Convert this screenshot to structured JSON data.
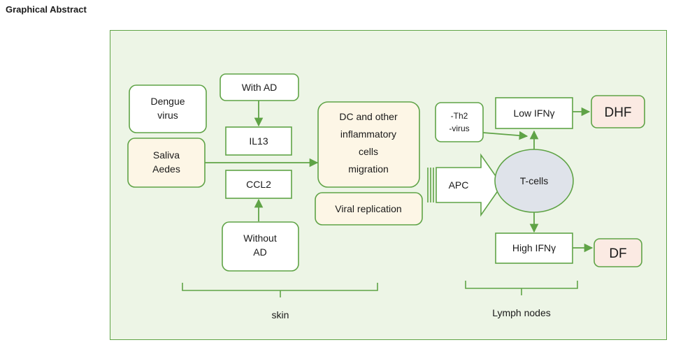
{
  "heading": "Graphical Abstract",
  "nodes": {
    "dengue_virus": [
      "Dengue",
      "virus"
    ],
    "saliva_aedes": [
      "Saliva",
      "Aedes"
    ],
    "with_ad": "With AD",
    "il13": "IL13",
    "ccl2": "CCL2",
    "without_ad": [
      "Without",
      "AD"
    ],
    "dc_migration": [
      "DC and other",
      "inflammatory",
      "cells",
      "migration"
    ],
    "viral_replication": "Viral replication",
    "apc": "APC",
    "th2_virus": [
      "-Th2",
      "-virus"
    ],
    "t_cells": "T-cells",
    "low_ifn": "Low IFNγ",
    "high_ifn": "High IFNγ",
    "dhf": "DHF",
    "df": "DF"
  },
  "regions": {
    "skin": "skin",
    "lymph_nodes": "Lymph nodes"
  },
  "colors": {
    "accent": "#5fa346",
    "panel_bg": "#edf5e6",
    "cream": "#fdf6e6",
    "pink": "#fbeae3",
    "cell_grey": "#dfe3ea"
  }
}
